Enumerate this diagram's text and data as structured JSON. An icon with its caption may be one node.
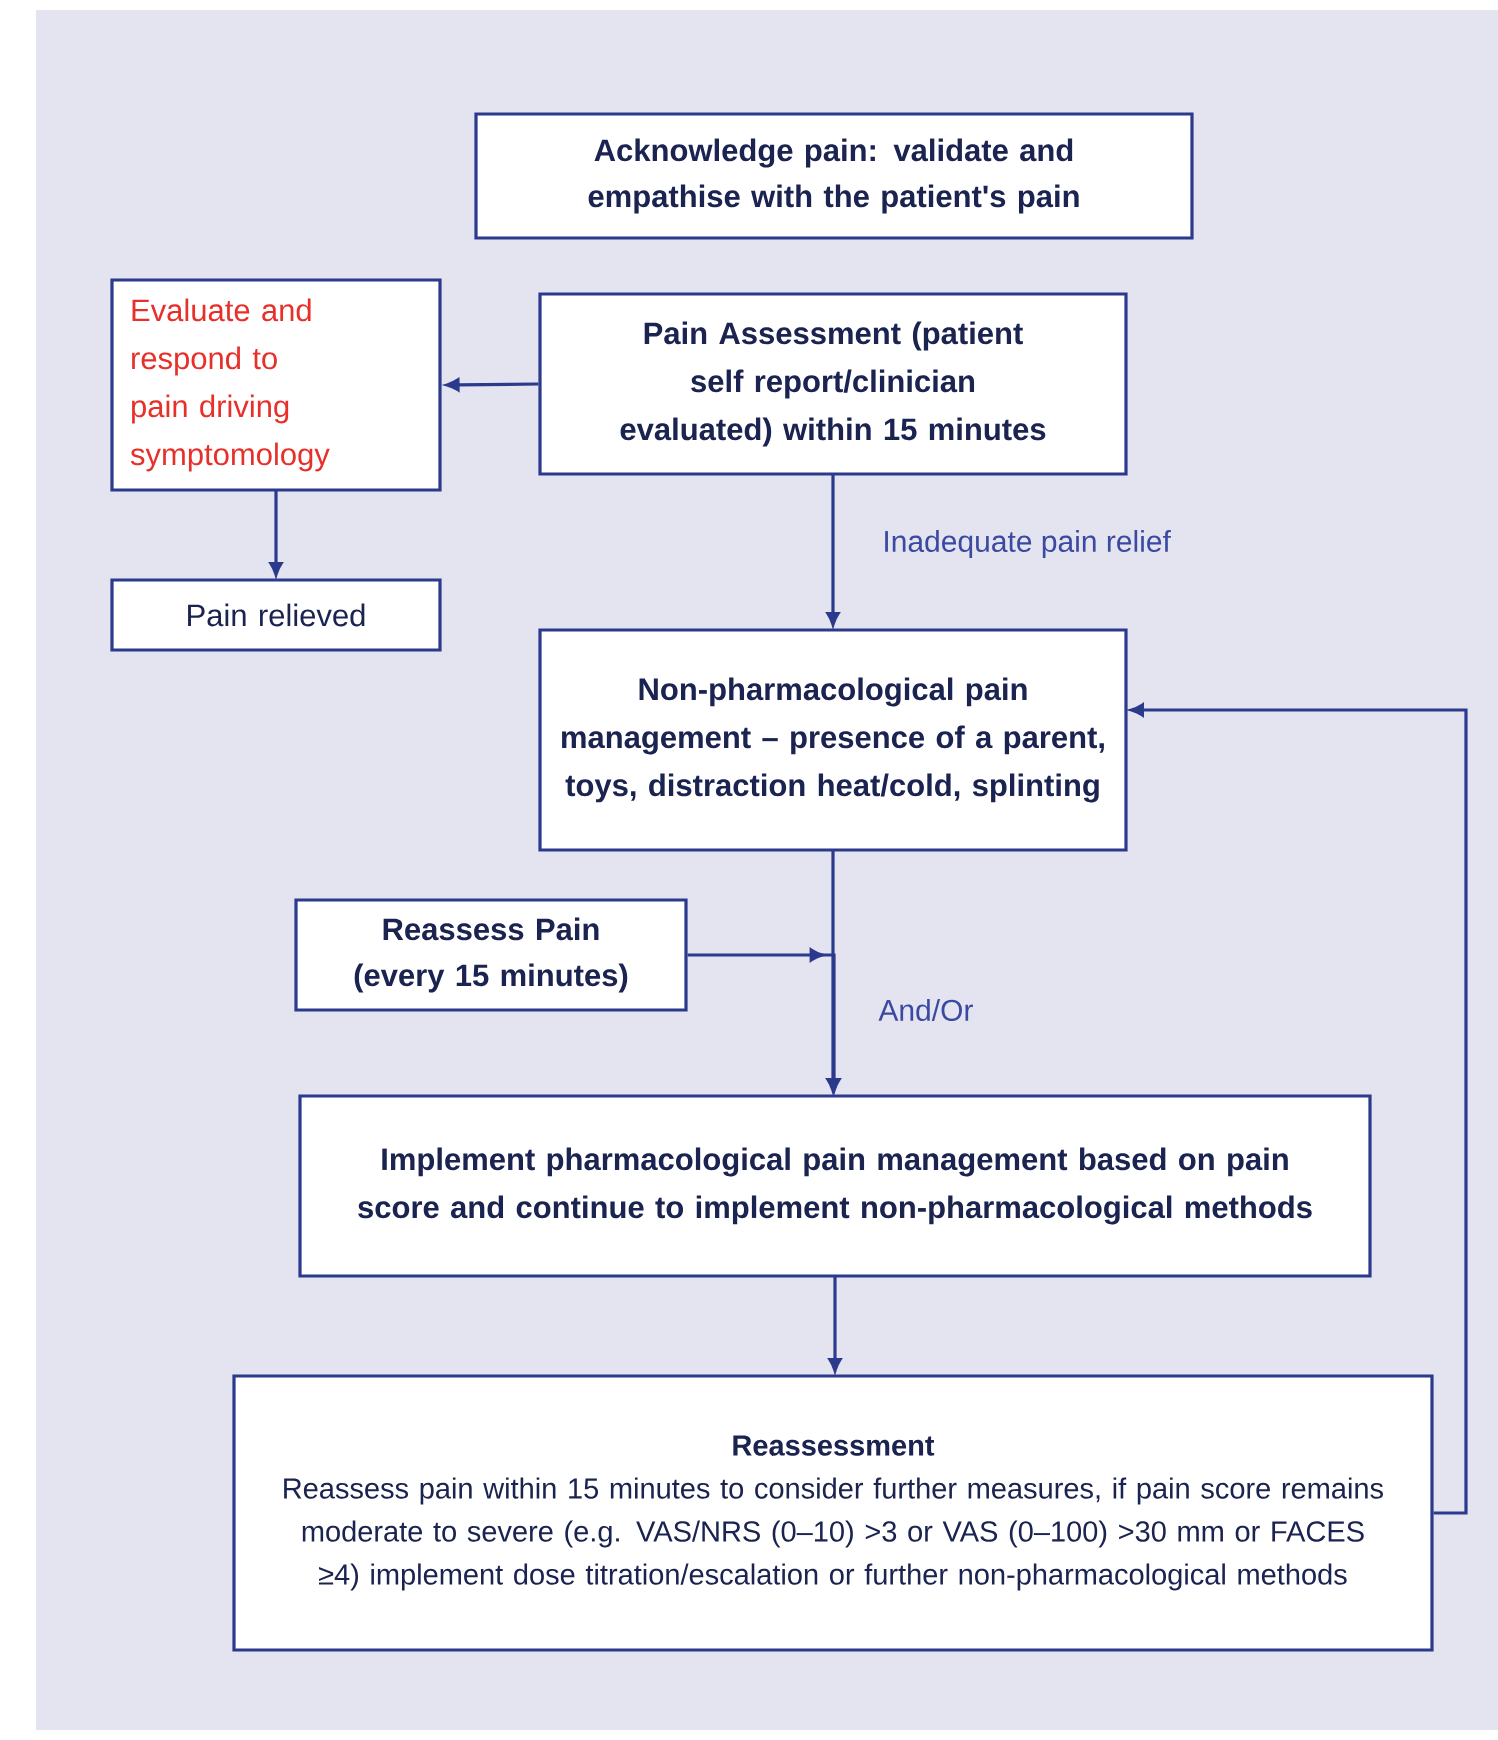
{
  "diagram": {
    "nodes": [
      {
        "text": [
          "Acknowledge pain: validate and empathise with the patient's pain"
        ]
      },
      {
        "text": [
          "Evaluate and respond to pain driving symptomology"
        ]
      },
      {
        "text": [
          "Pain Assessment (patient self report/clinician evaluated) within 15 minutes"
        ]
      },
      {
        "text": [
          "Pain relieved"
        ]
      },
      {
        "text": [
          "Non-pharmacological pain management – presence of a parent, toys, distraction heat/cold, splinting"
        ]
      },
      {
        "text": [
          "Reassess Pain (every 15 minutes)"
        ]
      },
      {
        "text": [
          "Implement pharmacological pain management based on pain score and continue to implement non-pharmacological methods"
        ]
      },
      {
        "text": [
          "Reassessment",
          "Reassess pain within 15 minutes to consider further measures, if pain score remains moderate to severe (e.g. VAS/NRS (0–10) >3 or VAS (0–100) >30 mm or FACES ≥4) implement dose titration/escalation or further non-pharmacological methods"
        ]
      }
    ],
    "edges": [
      {
        "from": 2,
        "to": 1,
        "arrow": "to"
      },
      {
        "from": 1,
        "to": 3,
        "arrow": "to"
      },
      {
        "from": 2,
        "to": 4,
        "arrow": "to",
        "label": "Inadequate pain relief"
      },
      {
        "from": 4,
        "to": 6,
        "arrow": "to",
        "label": "And/Or"
      },
      {
        "from": 5,
        "to": 6,
        "arrow": "to"
      },
      {
        "from": 6,
        "to": 7,
        "arrow": "to"
      },
      {
        "from": 7,
        "to": 4,
        "arrow": "to"
      }
    ]
  }
}
